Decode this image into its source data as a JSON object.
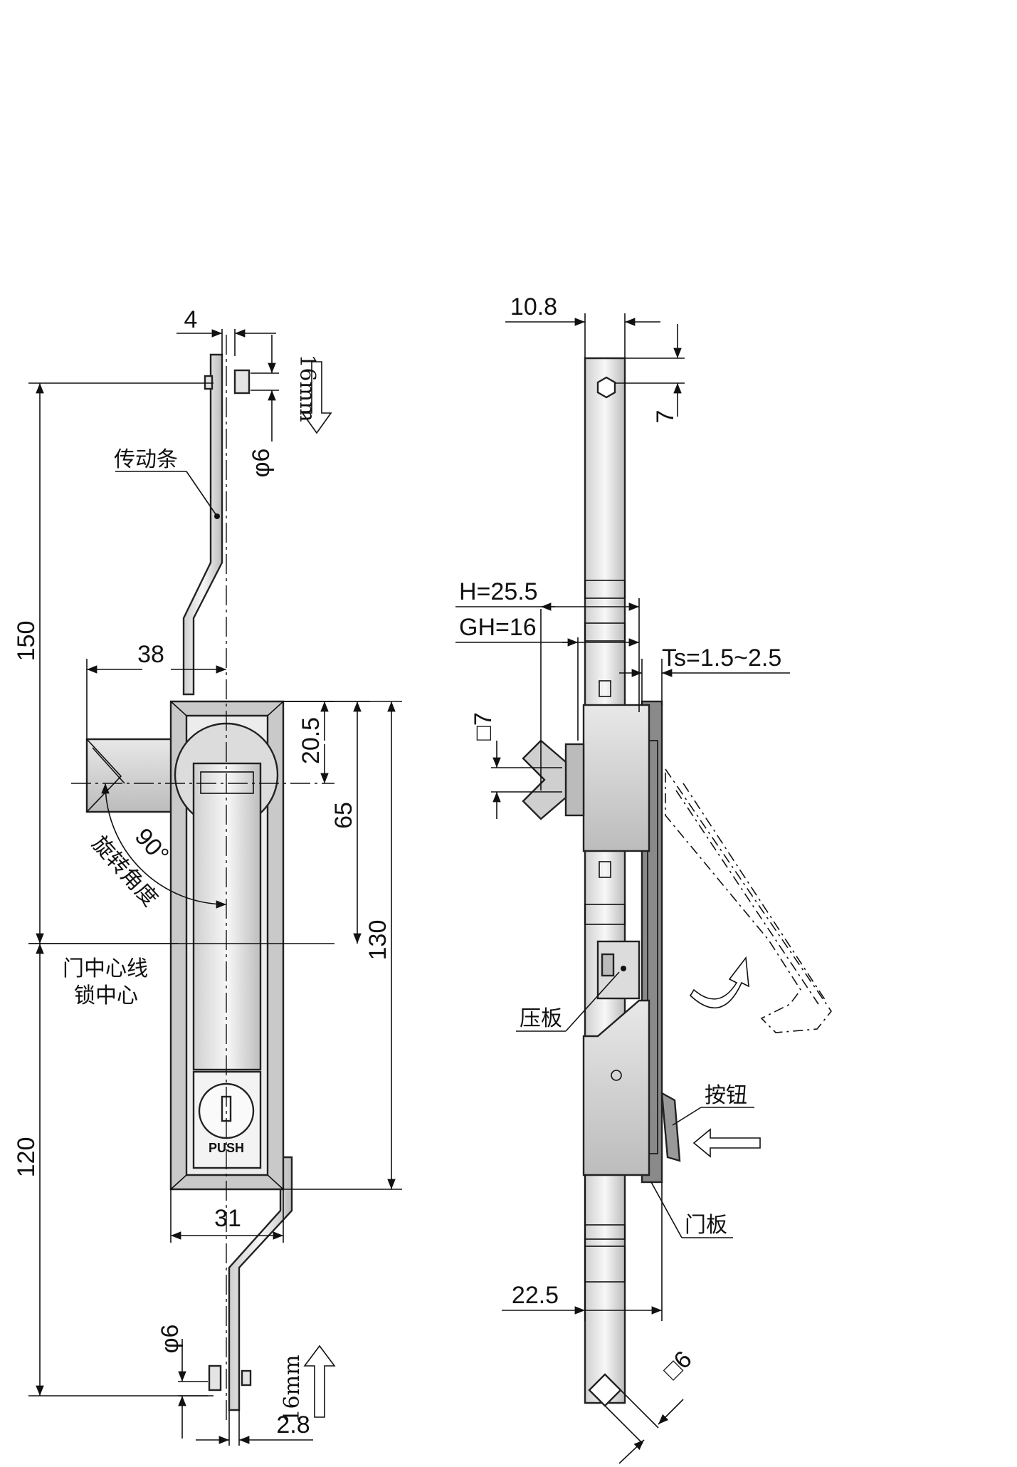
{
  "labels": {
    "left_view": {
      "dim_4": "4",
      "dim_16mm_top": "16mm",
      "dim_phi6_top": "φ6",
      "dim_150": "150",
      "dim_38": "38",
      "dim_20_5": "20.5",
      "dim_65": "65",
      "dim_130": "130",
      "dim_90deg": "90°",
      "dim_120": "120",
      "dim_31": "31",
      "dim_phi6_bottom": "φ6",
      "dim_16mm_bottom": "16mm",
      "dim_2_8": "2.8",
      "callout_drive_bar": "传动条",
      "callout_rotation_angle": "旋转角度",
      "callout_door_center": "门中心线",
      "callout_lock_center": "锁中心",
      "push_text": "PUSH"
    },
    "right_view": {
      "dim_10_8": "10.8",
      "dim_7_top": "7",
      "dim_H": "H=25.5",
      "dim_GH": "GH=16",
      "dim_Ts": "Ts=1.5~2.5",
      "dim_sq7": "□7",
      "dim_22_5": "22.5",
      "dim_sq6": "□6",
      "callout_press_plate": "压板",
      "callout_button": "按钮",
      "callout_door_panel": "门板"
    }
  },
  "colors": {
    "line": "#111111",
    "metal_light": "#f2f2f2",
    "metal_mid": "#cfcfcf",
    "metal_dark": "#8a8a8a",
    "background": "#ffffff"
  }
}
